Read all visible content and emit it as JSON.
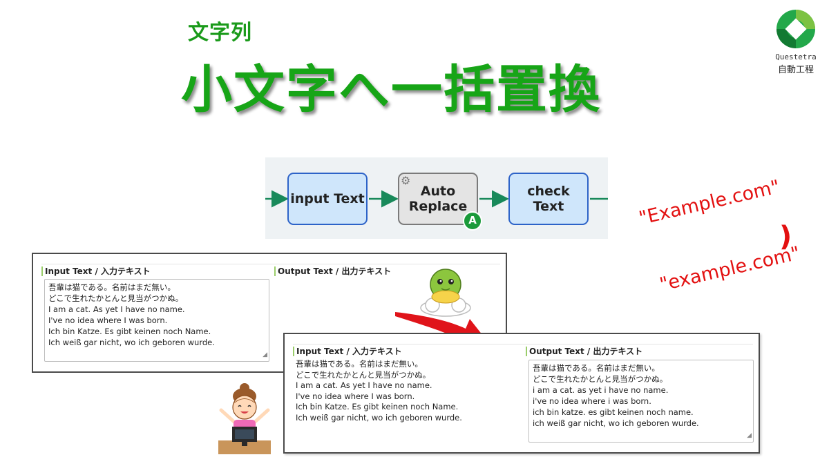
{
  "header": {
    "subtitle": "文字列",
    "title": "小文字へ一括置換"
  },
  "logo": {
    "name": "Questetra",
    "sub": "自動工程",
    "colors": {
      "green": "#23a84a",
      "dark": "#127a32"
    }
  },
  "flow": {
    "nodes": [
      {
        "label": "input Text"
      },
      {
        "label_line1": "Auto",
        "label_line2": "Replace",
        "badge": "A",
        "icon": "gear-icon"
      },
      {
        "label": "check Text"
      }
    ],
    "colors": {
      "arrow": "#18895a",
      "blue_border": "#2d63c8",
      "blue_fill": "#cfe6fb"
    }
  },
  "annotation": {
    "before": "\"Example.com\"",
    "after": "\"example.com\"",
    "connector": ")"
  },
  "form_before": {
    "input_label": "Input Text / 入力テキスト",
    "output_label": "Output Text / 出力テキスト",
    "input_lines": [
      "吾輩は猫である。名前はまだ無い。",
      "どこで生れたかとんと見当がつかぬ。",
      "I am a cat. As yet I have no name.",
      "I've no idea where I was born.",
      "Ich bin Katze. Es gibt keinen noch Name.",
      "Ich weiß gar nicht, wo ich geboren wurde."
    ]
  },
  "form_after": {
    "input_label": "Input Text / 入力テキスト",
    "output_label": "Output Text / 出力テキスト",
    "input_lines": [
      "吾輩は猫である。名前はまだ無い。",
      "どこで生れたかとんと見当がつかぬ。",
      "I am a cat. As yet I have no name.",
      "I've no idea where I was born.",
      "Ich bin Katze. Es gibt keinen noch Name.",
      "Ich weiß gar nicht, wo ich geboren wurde."
    ],
    "output_lines": [
      "吾輩は猫である。名前はまだ無い。",
      "どこで生れたかとんと見当がつかぬ。",
      "i am a cat. as yet i have no name.",
      "i've no idea where i was born.",
      "ich bin katze. es gibt keinen noch name.",
      "ich weiß gar nicht, wo ich geboren wurde."
    ]
  },
  "colors": {
    "accent_red": "#e31010",
    "title_green": "#17a517"
  }
}
